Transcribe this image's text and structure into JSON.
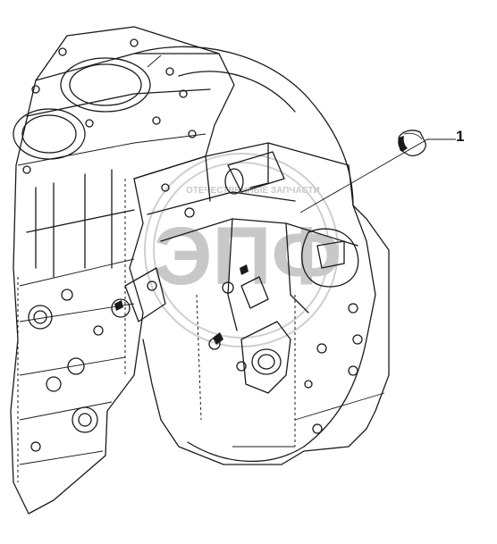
{
  "diagram": {
    "callouts": [
      {
        "number": "1",
        "part": "plug"
      }
    ],
    "watermark": {
      "logo_text": "ЭПФ",
      "tagline": "ОТЕЧЕСТВЕННЫЕ ЗАПЧАСТИ"
    }
  }
}
